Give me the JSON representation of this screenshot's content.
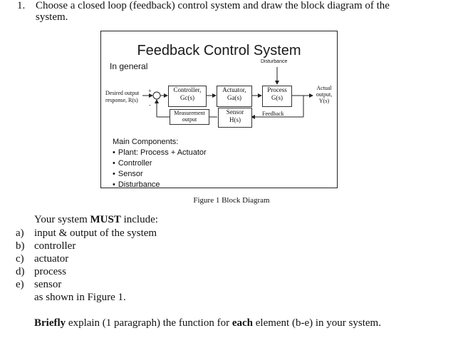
{
  "question": {
    "number": "1.",
    "line1": "Choose a closed loop (feedback) control system and draw the block diagram of the",
    "line2": "system."
  },
  "figure": {
    "title": "Feedback Control System",
    "subtitle": "In general",
    "disturbance": "Disturbance",
    "input_label_1": "Desired output",
    "input_label_2": "response, R(s)",
    "plus": "+",
    "minus": "-",
    "controller_1": "Controller,",
    "controller_2": "Gc(s)",
    "actuator_1": "Actuator,",
    "actuator_2": "Ga(s)",
    "process_1": "Process",
    "process_2": "G(s)",
    "actual_1": "Actual",
    "actual_2": "output,",
    "actual_3": "Y(s)",
    "measurement_1": "Measurement",
    "measurement_2": "output",
    "sensor_1": "Sensor",
    "sensor_2": "H(s)",
    "feedback": "Feedback",
    "components_heading": "Main Components:",
    "components": [
      "Plant: Process + Actuator",
      "Controller",
      "Sensor",
      "Disturbance"
    ],
    "caption": "Figure 1 Block Diagram"
  },
  "requirements": {
    "intro_pre": "Your system ",
    "intro_bold": "MUST",
    "intro_post": " include:",
    "items": [
      {
        "letter": "a)",
        "text": "input & output of the system"
      },
      {
        "letter": "b)",
        "text": "controller"
      },
      {
        "letter": "c)",
        "text": "actuator"
      },
      {
        "letter": "d)",
        "text": "process"
      },
      {
        "letter": "e)",
        "text": "sensor"
      }
    ],
    "closing": "as shown in Figure 1."
  },
  "instruction": {
    "bold1": "Briefly",
    "mid": " explain (1 paragraph) the function for ",
    "bold2": "each",
    "end": " element (b-e) in your system."
  }
}
